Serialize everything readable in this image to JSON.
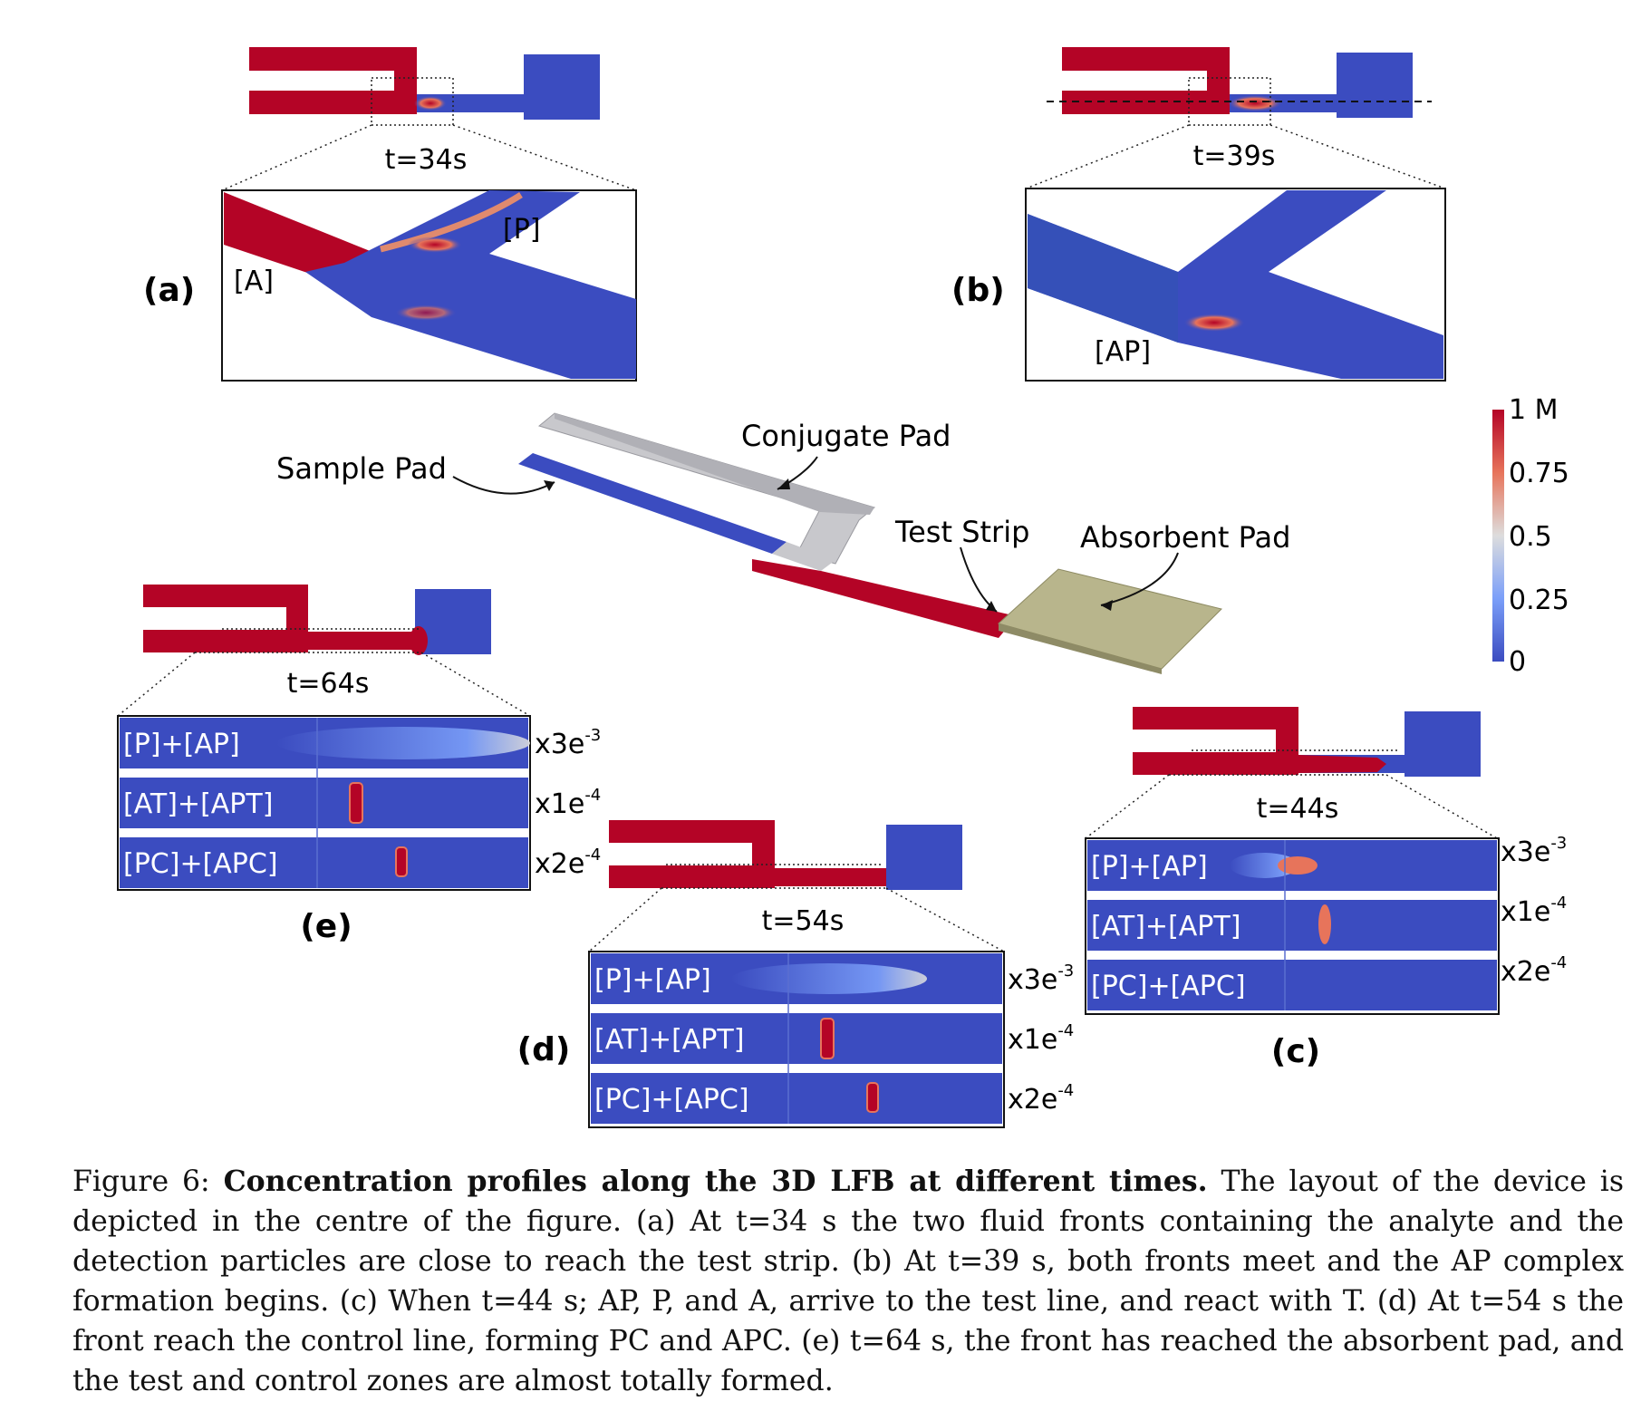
{
  "panels": {
    "a": {
      "label": "(a)",
      "time": "t=34s",
      "tags": [
        "[P]",
        "[A]"
      ]
    },
    "b": {
      "label": "(b)",
      "time": "t=39s",
      "tags": [
        "[AP]"
      ]
    },
    "c": {
      "label": "(c)",
      "time": "t=44s"
    },
    "d": {
      "label": "(d)",
      "time": "t=54s"
    },
    "e": {
      "label": "(e)",
      "time": "t=64s"
    }
  },
  "strip_rows": [
    "[P]+[AP]",
    "[AT]+[APT]",
    "[PC]+[APC]"
  ],
  "scales": [
    "x3e",
    "x1e",
    "x2e"
  ],
  "scale_exponents": [
    "-3",
    "-4",
    "-4"
  ],
  "device_labels": {
    "conjugate_pad": "Conjugate Pad",
    "sample_pad": "Sample Pad",
    "test_strip": "Test Strip",
    "absorbent_pad": "Absorbent Pad"
  },
  "colorbar": {
    "ticks": [
      "1 M",
      "0.75",
      "0.5",
      "0.25",
      "0"
    ],
    "colors": {
      "high": "#b40426",
      "mid": "#dddddd",
      "low": "#3b4cc0"
    }
  },
  "caption": {
    "prefix": "Figure 6: ",
    "bold": "Concentration profiles along the 3D LFB at different times.",
    "rest": " The layout of the device is depicted in the centre of the figure. (a) At t=34 s the two fluid fronts containing the analyte and the detection particles are close to reach the test strip. (b) At t=39 s, both fronts meet and the AP complex formation begins. (c) When t=44 s; AP, P, and A, arrive to the test line, and react with T. (d) At t=54 s the front reach the control line, forming PC and APC. (e) t=64 s, the front has reached the absorbent pad, and the test and control zones are almost totally formed."
  }
}
